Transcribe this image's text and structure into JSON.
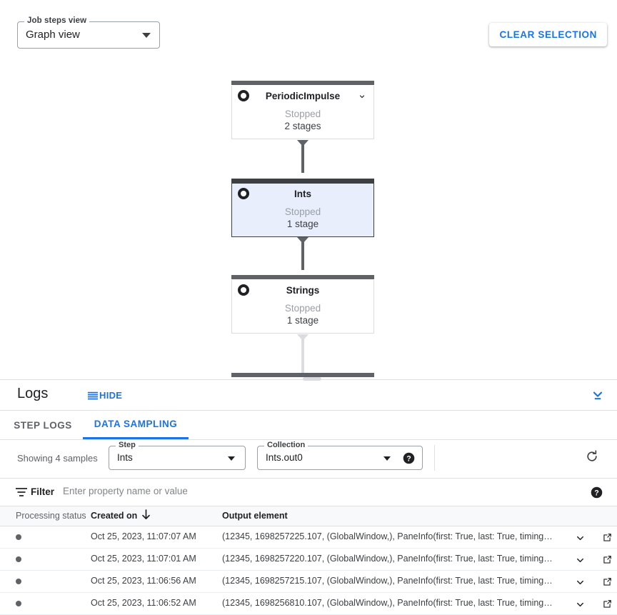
{
  "toolbar": {
    "view_select": {
      "label": "Job steps view",
      "value": "Graph view"
    },
    "clear_selection_label": "CLEAR SELECTION"
  },
  "graph": {
    "nodes": [
      {
        "name": "PeriodicImpulse",
        "status": "Stopped",
        "stages": "2 stages",
        "selected": false,
        "has_chevron": true
      },
      {
        "name": "Ints",
        "status": "Stopped",
        "stages": "1 stage",
        "selected": true,
        "has_chevron": false
      },
      {
        "name": "Strings",
        "status": "Stopped",
        "stages": "1 stage",
        "selected": false,
        "has_chevron": false
      }
    ]
  },
  "logs": {
    "title": "Logs",
    "hide_label": "HIDE",
    "tabs": [
      {
        "label": "STEP LOGS",
        "active": false
      },
      {
        "label": "DATA SAMPLING",
        "active": true
      }
    ],
    "controls": {
      "showing_text": "Showing 4 samples",
      "step": {
        "label": "Step",
        "value": "Ints"
      },
      "collection": {
        "label": "Collection",
        "value": "Ints.out0"
      }
    },
    "filter": {
      "label": "Filter",
      "placeholder": "Enter property name or value",
      "value": ""
    },
    "table": {
      "columns": [
        "Processing status",
        "Created on",
        "Output element"
      ],
      "sort_column": "Created on",
      "sort_direction": "descending",
      "rows": [
        {
          "status": "",
          "created_on": "Oct 25, 2023, 11:07:07 AM",
          "output_element": "(12345, 1698257225.107, (GlobalWindow,), PaneInfo(first: True, last: True, timing…"
        },
        {
          "status": "",
          "created_on": "Oct 25, 2023, 11:07:01 AM",
          "output_element": "(12345, 1698257220.107, (GlobalWindow,), PaneInfo(first: True, last: True, timing…"
        },
        {
          "status": "",
          "created_on": "Oct 25, 2023, 11:06:56 AM",
          "output_element": "(12345, 1698257215.107, (GlobalWindow,), PaneInfo(first: True, last: True, timing…"
        },
        {
          "status": "",
          "created_on": "Oct 25, 2023, 11:06:52 AM",
          "output_element": "(12345, 1698256810.107, (GlobalWindow,), PaneInfo(first: True, last: True, timing…"
        }
      ]
    }
  },
  "colors": {
    "accent": "#1a73e8",
    "node_selected_fill": "#e8eefb",
    "node_bar": "#5f6368",
    "muted": "#9aa0a6"
  }
}
